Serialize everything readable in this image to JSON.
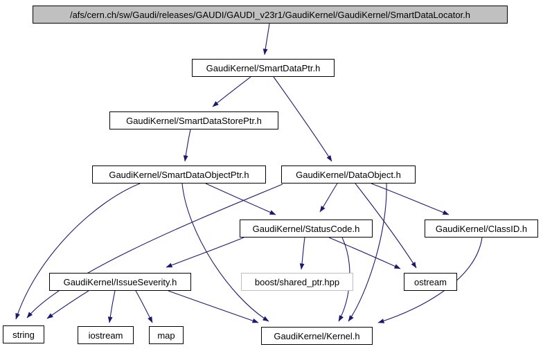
{
  "diagram": {
    "type": "include-dependency-graph",
    "colors": {
      "edge": "#191970",
      "root-fill": "#c0c0c0",
      "node-bg": "#ffffff",
      "border": "#000000",
      "external-border": "#bebebe",
      "text": "#000000",
      "page-bg": "#ffffff"
    },
    "nodes": [
      {
        "id": "smartdatalocator",
        "label": "/afs/cern.ch/sw/Gaudi/releases/GAUDI/GAUDI_v23r1/GaudiKernel/GaudiKernel/SmartDataLocator.h"
      },
      {
        "id": "smartdataptr",
        "label": "GaudiKernel/SmartDataPtr.h"
      },
      {
        "id": "smartdatastoreptr",
        "label": "GaudiKernel/SmartDataStorePtr.h"
      },
      {
        "id": "smartdataobjectptr",
        "label": "GaudiKernel/SmartDataObjectPtr.h"
      },
      {
        "id": "dataobject",
        "label": "GaudiKernel/DataObject.h"
      },
      {
        "id": "statuscode",
        "label": "GaudiKernel/StatusCode.h"
      },
      {
        "id": "classid",
        "label": "GaudiKernel/ClassID.h"
      },
      {
        "id": "issueseverity",
        "label": "GaudiKernel/IssueSeverity.h"
      },
      {
        "id": "boost-shared-ptr",
        "label": "boost/shared_ptr.hpp"
      },
      {
        "id": "ostream",
        "label": "ostream"
      },
      {
        "id": "string",
        "label": "string"
      },
      {
        "id": "iostream",
        "label": "iostream"
      },
      {
        "id": "map",
        "label": "map"
      },
      {
        "id": "kernel",
        "label": "GaudiKernel/Kernel.h"
      }
    ],
    "edges": [
      {
        "from": "smartdatalocator",
        "to": "smartdataptr"
      },
      {
        "from": "smartdataptr",
        "to": "smartdatastoreptr"
      },
      {
        "from": "smartdataptr",
        "to": "dataobject"
      },
      {
        "from": "smartdatastoreptr",
        "to": "smartdataobjectptr"
      },
      {
        "from": "smartdataobjectptr",
        "to": "statuscode"
      },
      {
        "from": "smartdataobjectptr",
        "to": "string"
      },
      {
        "from": "smartdataobjectptr",
        "to": "kernel"
      },
      {
        "from": "dataobject",
        "to": "statuscode"
      },
      {
        "from": "dataobject",
        "to": "classid"
      },
      {
        "from": "dataobject",
        "to": "ostream"
      },
      {
        "from": "dataobject",
        "to": "kernel"
      },
      {
        "from": "dataobject",
        "to": "string"
      },
      {
        "from": "statuscode",
        "to": "issueseverity"
      },
      {
        "from": "statuscode",
        "to": "boost-shared-ptr"
      },
      {
        "from": "statuscode",
        "to": "ostream"
      },
      {
        "from": "statuscode",
        "to": "kernel"
      },
      {
        "from": "classid",
        "to": "kernel"
      },
      {
        "from": "issueseverity",
        "to": "string"
      },
      {
        "from": "issueseverity",
        "to": "iostream"
      },
      {
        "from": "issueseverity",
        "to": "map"
      },
      {
        "from": "issueseverity",
        "to": "kernel"
      }
    ]
  }
}
